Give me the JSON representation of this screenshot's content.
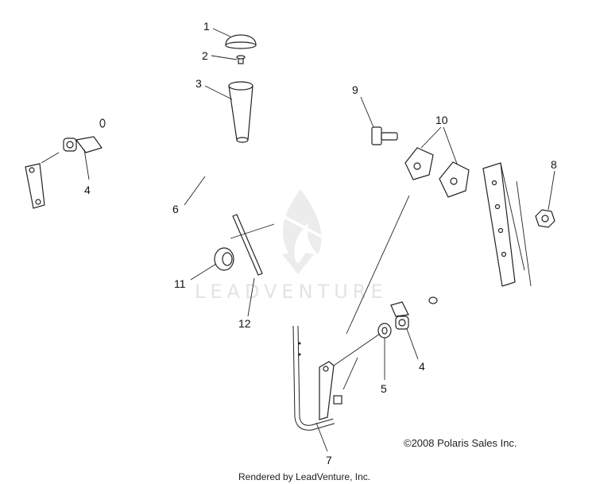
{
  "callouts": {
    "c1": "1",
    "c2": "2",
    "c3": "3",
    "c4a": "4",
    "c4b": "4",
    "c5": "5",
    "c6": "6",
    "c7": "7",
    "c8": "8",
    "c9": "9",
    "c10": "10",
    "c11": "11",
    "c12": "12"
  },
  "copyright": "©2008 Polaris Sales Inc.",
  "rendered_by": "Rendered by LeadVenture, Inc.",
  "watermark": "LEADVENTURE",
  "colors": {
    "line": "#222222",
    "watermark": "#e3e3e3",
    "background": "#ffffff"
  }
}
